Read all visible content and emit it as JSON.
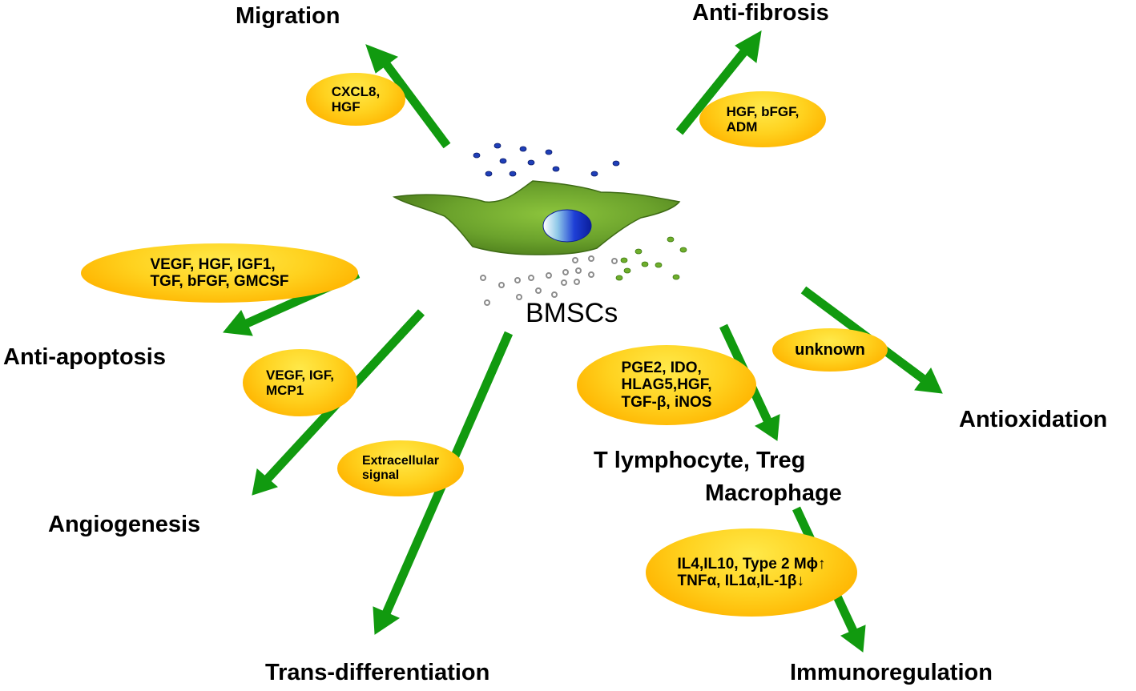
{
  "cell": {
    "label": "BMSCs"
  },
  "colors": {
    "arrow": "#119a0f",
    "cell_body": "#6ba22c",
    "nucleus": "#1e3fd6",
    "vesicle_blue": "#1f3fb8",
    "vesicle_gray": "#8c8c8c",
    "vesicle_green": "#6fae2c",
    "factor_pill": "#ffc800"
  },
  "outcomes": {
    "migration": "Migration",
    "anti_fibrosis": "Anti-fibrosis",
    "anti_apoptosis": "Anti-apoptosis",
    "angiogenesis": "Angiogenesis",
    "trans_differentiation": "Trans-differentiation",
    "antioxidation": "Antioxidation",
    "immunoregulation": "Immunoregulation",
    "t_lymphocyte": "T lymphocyte,  Treg",
    "macrophage": "Macrophage"
  },
  "factors": {
    "migration": [
      "CXCL8,",
      "HGF"
    ],
    "anti_fibrosis": [
      "HGF, bFGF,",
      "ADM"
    ],
    "anti_apoptosis": [
      "VEGF, HGF, IGF1,",
      "TGF, bFGF, GMCSF"
    ],
    "angiogenesis": [
      "VEGF, IGF,",
      "MCP1"
    ],
    "trans_differentiation": [
      "Extracellular",
      "signal"
    ],
    "antioxidation": [
      "unknown"
    ],
    "t_cell": [
      "PGE2, IDO,",
      "HLAG5,HGF,",
      "TGF-β, iNOS"
    ],
    "immunoregulation": [
      "IL4,IL10, Type 2 Mϕ↑",
      "TNFα, IL1α,IL-1β↓"
    ]
  }
}
